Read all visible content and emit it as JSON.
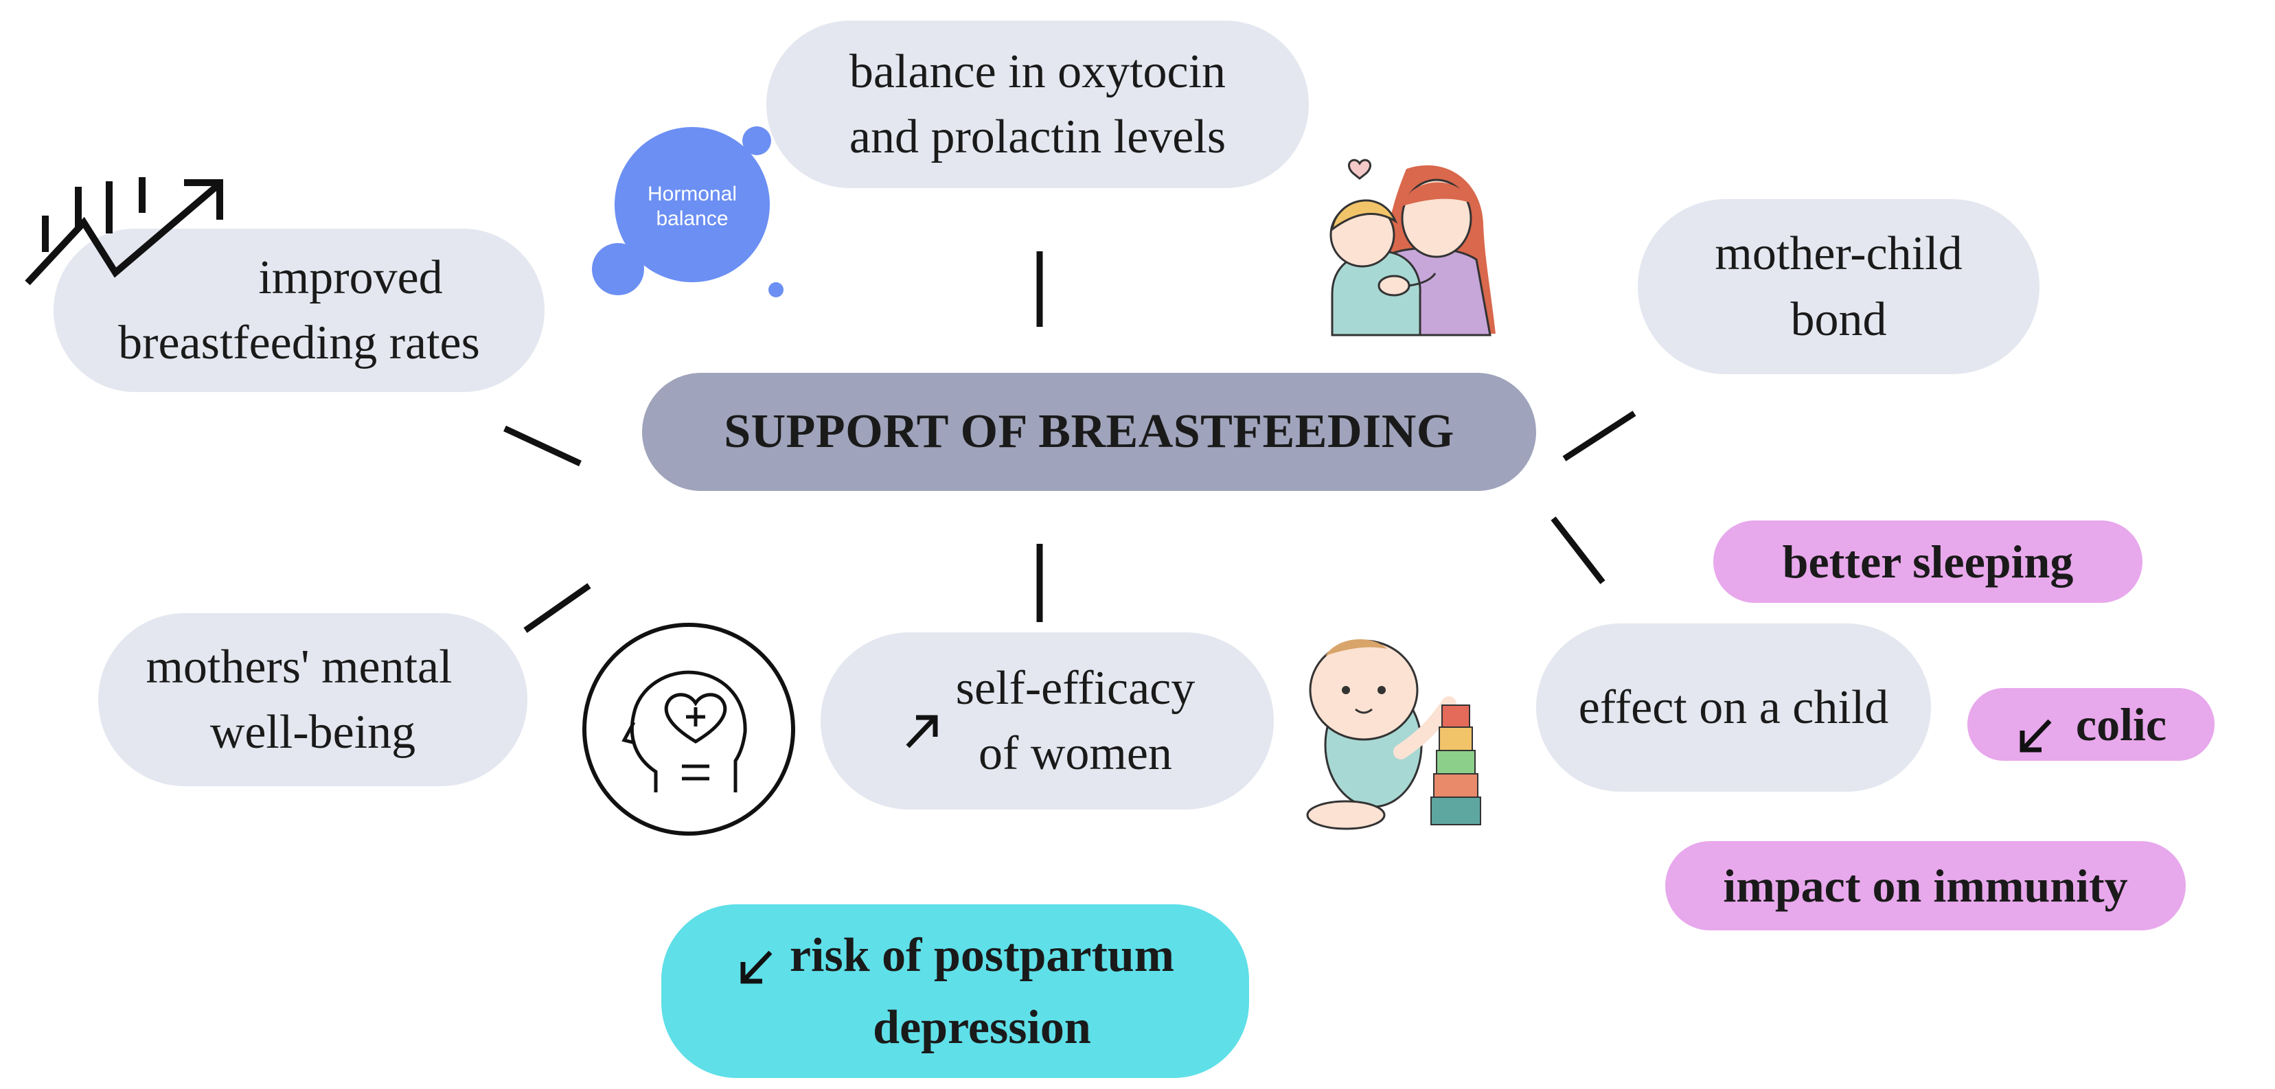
{
  "center": {
    "label": "SUPPORT OF BREASTFEEDING"
  },
  "nodes": {
    "hormonal": {
      "line1": "balance in oxytocin",
      "line2": "and prolactin levels"
    },
    "rates": {
      "line1": "improved",
      "line2": "breastfeeding rates"
    },
    "bond": {
      "line1": "mother-child",
      "line2": "bond"
    },
    "mental": {
      "line1": "mothers' mental",
      "line2": "well-being"
    },
    "efficacy": {
      "line1": "self-efficacy",
      "line2": "of women"
    },
    "child": {
      "label": "effect on a child"
    }
  },
  "child_effects": {
    "sleeping": "better sleeping",
    "colic": "colic",
    "immunity": "impact on immunity"
  },
  "postpartum": {
    "line1": "risk of postpartum",
    "line2": "depression"
  },
  "hormonal_badge": {
    "line1": "Hormonal",
    "line2": "balance"
  },
  "icons": {
    "rates": "rising-bars-arrow-icon",
    "hormonal": "hormonal-balance-bubble-icon",
    "bond": "mother-hugging-child-illustration",
    "mental": "head-heart-plus-icon",
    "child": "baby-stacking-cups-illustration",
    "increase": "arrow-up-right-icon",
    "decrease": "arrow-down-left-icon"
  },
  "colors": {
    "center": "#9fa3bb",
    "node": "#e4e7ef",
    "child_effect": "#e8a8ec",
    "postpartum": "#5fdfe8",
    "connector": "#111111",
    "hormonal_bubble": "#6b8ff3"
  }
}
